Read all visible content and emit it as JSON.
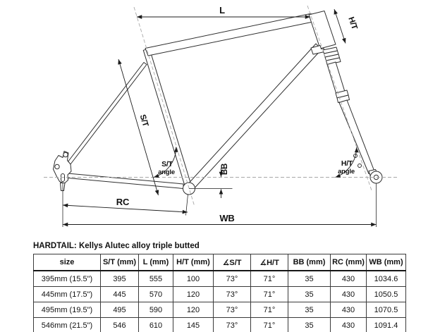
{
  "colors": {
    "ink": "#1d1d1d",
    "construction_line": "#a8a8a8",
    "background": "#ffffff"
  },
  "diagram": {
    "labels": {
      "l": "L",
      "ht": "H/T",
      "st": "S/T",
      "st_angle_1": "S/T",
      "st_angle_2": "angle",
      "bb": "BB",
      "ht_angle_1": "H/T",
      "ht_angle_2": "angle",
      "rc": "RC",
      "wb": "WB"
    }
  },
  "spec": {
    "title": "HARDTAIL: Kellys Alutec alloy triple butted",
    "table": {
      "columns": [
        "size",
        "S/T (mm)",
        "L (mm)",
        "H/T (mm)",
        "∡S/T",
        "∡H/T",
        "BB (mm)",
        "RC (mm)",
        "WB (mm)"
      ],
      "rows": [
        [
          "395mm (15.5\")",
          "395",
          "555",
          "100",
          "73°",
          "71°",
          "35",
          "430",
          "1034.6"
        ],
        [
          "445mm (17.5\")",
          "445",
          "570",
          "120",
          "73°",
          "71°",
          "35",
          "430",
          "1050.5"
        ],
        [
          "495mm (19.5\")",
          "495",
          "590",
          "120",
          "73°",
          "71°",
          "35",
          "430",
          "1070.5"
        ],
        [
          "546mm (21.5\")",
          "546",
          "610",
          "145",
          "73°",
          "71°",
          "35",
          "430",
          "1091.4"
        ]
      ]
    }
  }
}
